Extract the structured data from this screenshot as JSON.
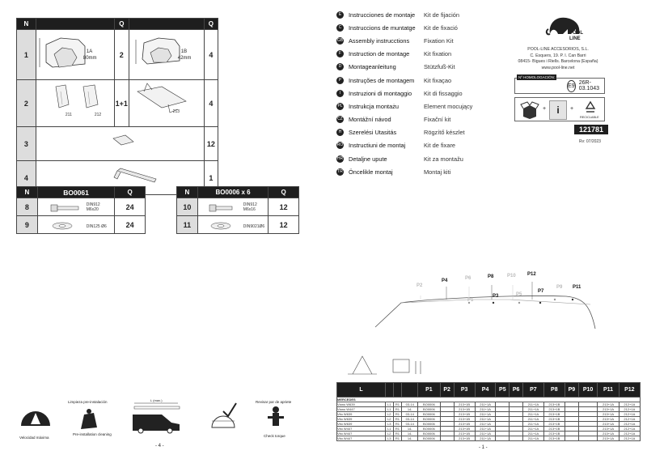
{
  "left_table": {
    "headers": [
      "N",
      "",
      "Q",
      "",
      "Q"
    ],
    "rows": [
      {
        "n": "1",
        "items": [
          {
            "label": "1A",
            "sub": "80mm",
            "q": "2"
          },
          {
            "label": "1B",
            "sub": "42mm",
            "q": "4"
          }
        ]
      },
      {
        "n": "2",
        "items": [
          {
            "labels": [
              "211",
              "212"
            ],
            "q": "1+1"
          },
          {
            "labels": [
              "213"
            ],
            "q": "4"
          }
        ]
      },
      {
        "n": "3",
        "q": "12"
      },
      {
        "n": "4",
        "q": "1"
      }
    ]
  },
  "kit_a": {
    "headers": [
      "N",
      "BO0061",
      "Q"
    ],
    "rows": [
      {
        "n": "8",
        "desc": "DIN912 M6x20",
        "q": "24"
      },
      {
        "n": "9",
        "desc": "DIN125 Ø6",
        "q": "24"
      }
    ]
  },
  "kit_b": {
    "headers": [
      "N",
      "BO0006 x 6",
      "Q"
    ],
    "rows": [
      {
        "n": "10",
        "desc": "DIN912 M6x16",
        "q": "12"
      },
      {
        "n": "11",
        "desc": "DIN9021Ø6",
        "q": "12"
      }
    ]
  },
  "languages": [
    {
      "code": "E",
      "title": "Instrucciones de montaje",
      "kit": "Kit de fijación"
    },
    {
      "code": "C",
      "title": "Instruccions de muntatge",
      "kit": "Kit de fixació"
    },
    {
      "code": "GB",
      "title": "Assembly instrucctions",
      "kit": "Fixation Kit"
    },
    {
      "code": "F",
      "title": "Instruction de montage",
      "kit": "Kit fixation"
    },
    {
      "code": "D",
      "title": "Montageanleitung",
      "kit": "Stützfuß-Kit"
    },
    {
      "code": "P",
      "title": "Instruções de montagem",
      "kit": "Kit fixaçao"
    },
    {
      "code": "I",
      "title": "Instruzioni di montaggio",
      "kit": "Kit di fissaggio"
    },
    {
      "code": "PL",
      "title": "Instrukcja montażu",
      "kit": "Element mocujący"
    },
    {
      "code": "CZ",
      "title": "Montážní návod",
      "kit": "Fixační kit"
    },
    {
      "code": "H",
      "title": "Szerelési Utasitás",
      "kit": "Rögzítő készlet"
    },
    {
      "code": "RO",
      "title": "Instructiuni de montaj",
      "kit": "Kit de fixare"
    },
    {
      "code": "HR",
      "title": "Detaljne upute",
      "kit": "Kit za montažu"
    },
    {
      "code": "TR",
      "title": "Öncelikle montaj",
      "kit": "Montaj kiti"
    }
  ],
  "company": {
    "logo_text": "POOL LINE",
    "name": "POOL-LINE ACCESORIOS, S.L.",
    "address1": "C. Esquers, 19. P. I. Can Barri",
    "address2": "08415- Bigues i Riells. Barcelona (España)",
    "web": "www.pool-line.net"
  },
  "homologation": {
    "label": "Nº HOMOLOGACIÓN:",
    "e_mark": "E9",
    "code": "26R-03.1043"
  },
  "recyclable": "RECICLABLE",
  "product_code": "121781",
  "revision": "Rv: 07/2023",
  "roof_points": [
    "P2",
    "P4",
    "P6",
    "P8",
    "P10",
    "P12",
    "P1",
    "P3",
    "P5",
    "P7",
    "P9",
    "P11"
  ],
  "bottom_icons": [
    {
      "title": "",
      "caption": "Velocidad máxima"
    },
    {
      "title": "Limpieza pre-instalación",
      "caption": "Pre-installation cleaning"
    },
    {
      "title": "",
      "caption": "L (max.)"
    },
    {
      "title": "",
      "caption": ""
    },
    {
      "title": "Revisar par de apriete",
      "caption": "Check torque"
    }
  ],
  "page_left": "- 4 -",
  "page_right": "- 1 -",
  "grid": {
    "headers": [
      "L",
      "",
      "",
      "",
      "P1",
      "P2",
      "P3",
      "P4",
      "P5",
      "P6",
      "P7",
      "P8",
      "P9",
      "P10",
      "P11",
      "P12"
    ],
    "group": "MERCEDES",
    "rows": [
      {
        "model": "Viano W639",
        "c1": "L1",
        "c2": "R1",
        "c3": "03-14",
        "kit": "BO0006",
        "p3": "213+1B",
        "p4": "211+1A",
        "p7": "211+1A",
        "p8": "213+1B",
        "p11": "213+1A",
        "p12": "212+1A"
      },
      {
        "model": "Viano W447",
        "c1": "L1",
        "c2": "R1",
        "c3": "14-",
        "kit": "BO0006",
        "p3": "213+1B",
        "p4": "211+1A",
        "p7": "211+1A",
        "p8": "213+1B",
        "p11": "213+1A",
        "p12": "212+1A"
      },
      {
        "model": "Vito W639",
        "c1": "L2",
        "c2": "R1",
        "c3": "03-14",
        "kit": "BO0006",
        "p3": "213+1B",
        "p4": "211+1A",
        "p7": "211+1A",
        "p8": "213+1B",
        "p11": "213+1A",
        "p12": "212+1A"
      },
      {
        "model": "Vito W639",
        "c1": "L2",
        "c2": "R1",
        "c3": "03-14",
        "kit": "BO0006",
        "p3": "213+1B",
        "p4": "211+1A",
        "p7": "211+1A",
        "p8": "213+1B",
        "p11": "213+1A",
        "p12": "212+1A"
      },
      {
        "model": "Vito W639",
        "c1": "L3",
        "c2": "R1",
        "c3": "03-14",
        "kit": "BO0006",
        "p3": "213+1B",
        "p4": "211+1A",
        "p7": "211+1A",
        "p8": "213+1B",
        "p11": "213+1A",
        "p12": "212+1A"
      },
      {
        "model": "Vito W447",
        "c1": "L1",
        "c2": "R1",
        "c3": "14-",
        "kit": "BO0006",
        "p3": "213+1B",
        "p4": "211+1A",
        "p7": "211+1A",
        "p8": "213+1B",
        "p11": "213+1A",
        "p12": "212+1A"
      },
      {
        "model": "Vito W447",
        "c1": "L2",
        "c2": "R1",
        "c3": "14-",
        "kit": "BO0006",
        "p3": "213+1B",
        "p4": "211+1A",
        "p7": "211+1A",
        "p8": "213+1B",
        "p11": "213+1A",
        "p12": "212+1A"
      },
      {
        "model": "Vito W447",
        "c1": "L3",
        "c2": "R1",
        "c3": "14-",
        "kit": "BO0006",
        "p3": "213+1B",
        "p4": "211+1A",
        "p7": "211+1A",
        "p8": "213+1B",
        "p11": "213+1A",
        "p12": "212+1A"
      }
    ]
  }
}
